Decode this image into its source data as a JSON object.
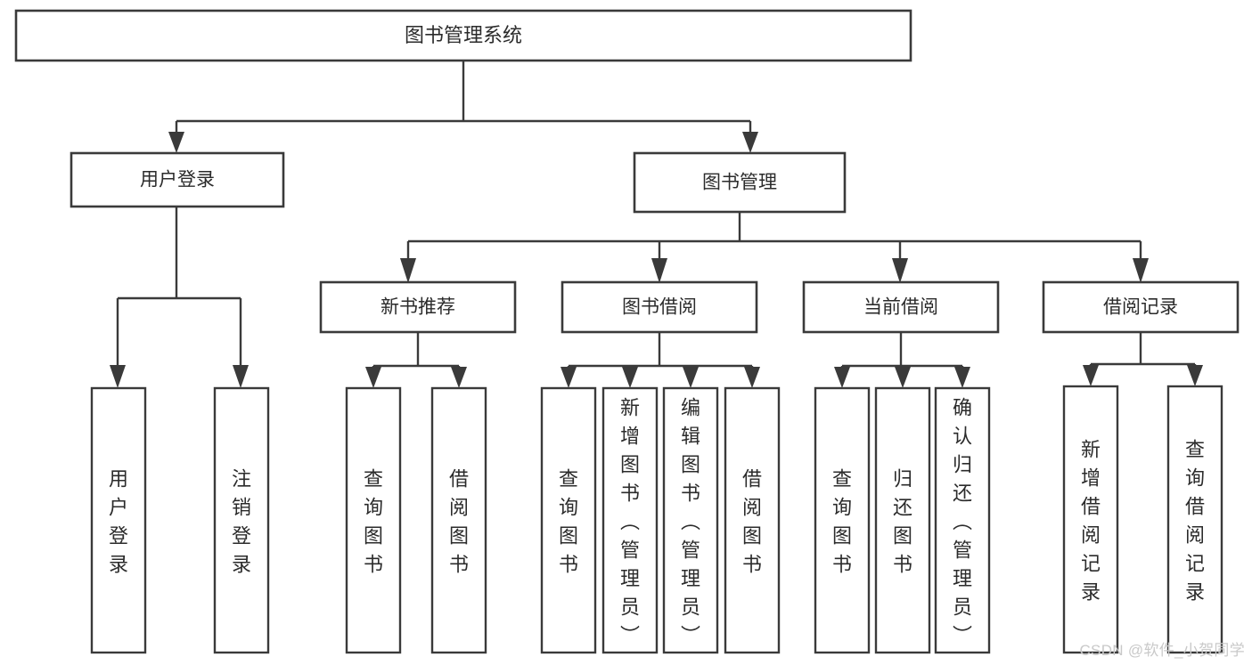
{
  "diagram": {
    "type": "tree-hierarchy",
    "title": "图书管理系统",
    "watermark": "CSDN @软件_小贺同学",
    "colors": {
      "stroke": "#3a3a3a",
      "fill": "#ffffff",
      "text": "#2b2b2b",
      "background": "#ffffff",
      "watermark": "#c9c9c9"
    },
    "levels": {
      "root": {
        "label": "图书管理系统"
      },
      "level2": [
        {
          "label": "用户登录"
        },
        {
          "label": "图书管理"
        }
      ],
      "level3": [
        {
          "label": "新书推荐"
        },
        {
          "label": "图书借阅"
        },
        {
          "label": "当前借阅"
        },
        {
          "label": "借阅记录"
        }
      ]
    },
    "nodes": {
      "root": "图书管理系统",
      "user_login": "用户登录",
      "book_manage": "图书管理",
      "new_book_rec": "新书推荐",
      "book_borrow": "图书借阅",
      "current_borrow": "当前借阅",
      "borrow_record": "借阅记录",
      "leaf_user_login": "用户登录",
      "leaf_user_logout": "注销登录",
      "leaf_query_book_1": "查询图书",
      "leaf_borrow_book_1": "借阅图书",
      "leaf_query_book_2": "查询图书",
      "leaf_add_book": "新增图书（管理员）",
      "leaf_edit_book": "编辑图书（管理员）",
      "leaf_borrow_book_2": "借阅图书",
      "leaf_query_book_3": "查询图书",
      "leaf_return_book": "归还图书",
      "leaf_confirm_return": "确认归还（管理员）",
      "leaf_add_record": "新增借阅记录",
      "leaf_query_record": "查询借阅记录"
    },
    "branches": [
      {
        "parent": "图书管理系统",
        "children": [
          "用户登录",
          "图书管理"
        ]
      },
      {
        "parent": "用户登录",
        "children": [
          "用户登录",
          "注销登录"
        ]
      },
      {
        "parent": "图书管理",
        "children": [
          "新书推荐",
          "图书借阅",
          "当前借阅",
          "借阅记录"
        ]
      },
      {
        "parent": "新书推荐",
        "children": [
          "查询图书",
          "借阅图书"
        ]
      },
      {
        "parent": "图书借阅",
        "children": [
          "查询图书",
          "新增图书（管理员）",
          "编辑图书（管理员）",
          "借阅图书"
        ]
      },
      {
        "parent": "当前借阅",
        "children": [
          "查询图书",
          "归还图书",
          "确认归还（管理员）"
        ]
      },
      {
        "parent": "借阅记录",
        "children": [
          "新增借阅记录",
          "查询借阅记录"
        ]
      }
    ]
  }
}
